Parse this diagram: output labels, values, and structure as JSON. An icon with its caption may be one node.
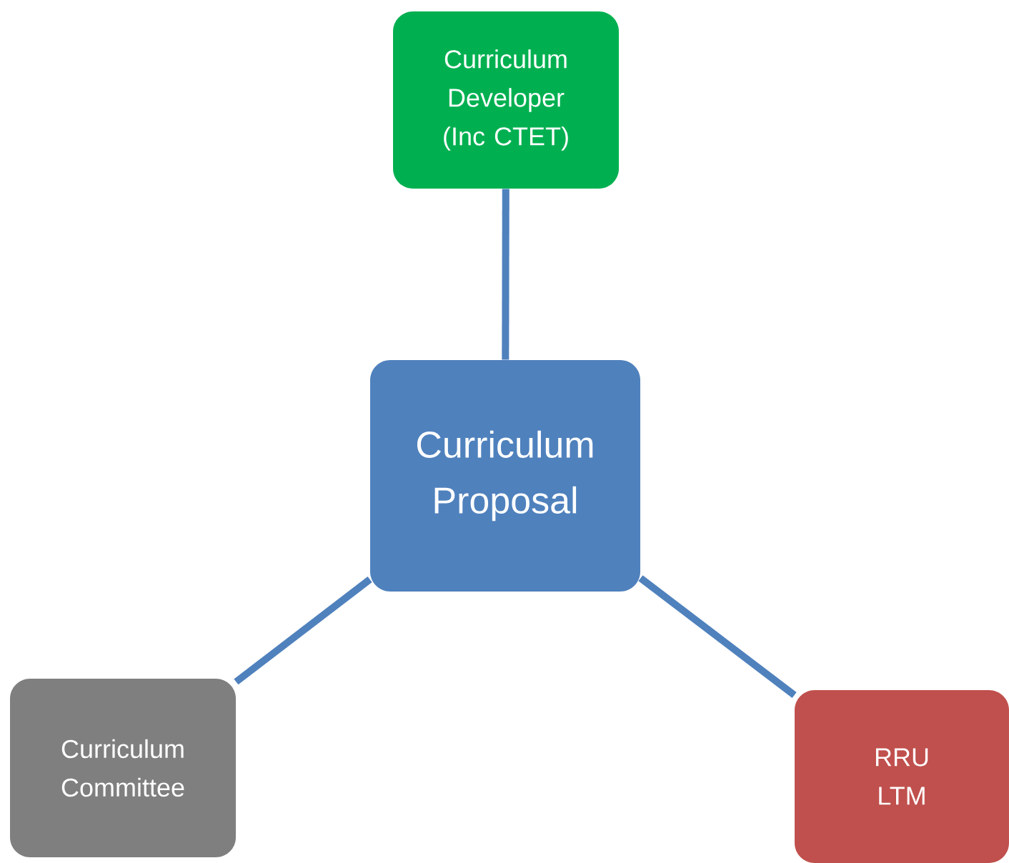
{
  "diagram": {
    "nodes": [
      {
        "text": [
          "Curriculum Proposal"
        ]
      },
      {
        "text": [
          "Curriculum Developer (Inc CTET)"
        ]
      },
      {
        "text": [
          "Curriculum Committee"
        ]
      },
      {
        "text": [
          "RRU LTM"
        ]
      }
    ],
    "edges": [
      {
        "from": 0,
        "to": 1,
        "arrow": "none"
      },
      {
        "from": 0,
        "to": 2,
        "arrow": "none"
      },
      {
        "from": 0,
        "to": 3,
        "arrow": "none"
      }
    ]
  }
}
